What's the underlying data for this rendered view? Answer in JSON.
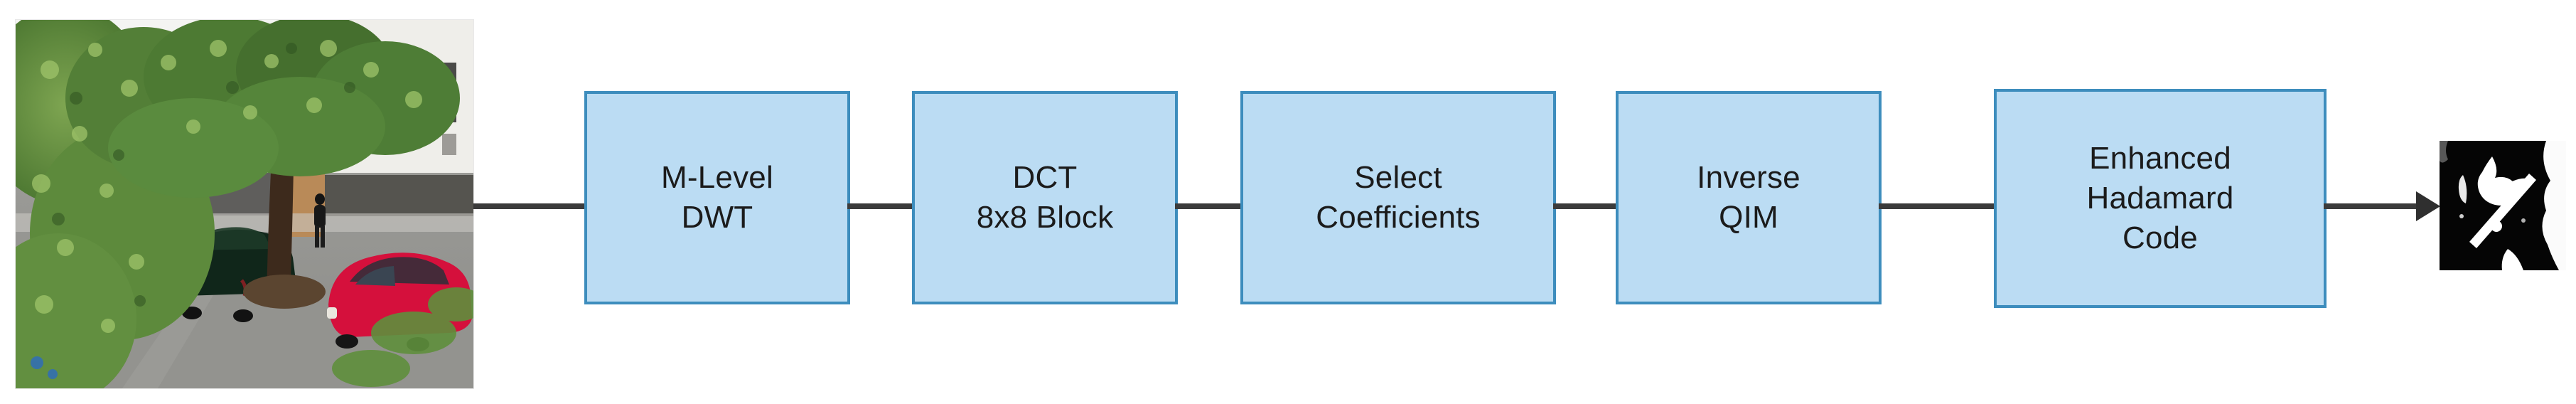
{
  "diagram": {
    "type": "flowchart",
    "orientation": "left-to-right",
    "title": "Watermark extraction pipeline",
    "input": {
      "name": "watermarked-cover-image",
      "description": "Aerial photograph of a tree-lined street with a dark green car, a red car and a pedestrian on the sidewalk",
      "alt": "Watermarked cover image"
    },
    "output": {
      "name": "extracted-watermark-image",
      "description": "Binary black and white extracted watermark logo",
      "alt": "Extracted binary watermark"
    },
    "blocks": [
      {
        "id": "m-level-dwt",
        "label": "M-Level\nDWT"
      },
      {
        "id": "dct-8x8-block",
        "label": "DCT\n8x8 Block"
      },
      {
        "id": "select-coefficients",
        "label": "Select\nCoefficients"
      },
      {
        "id": "inverse-qim",
        "label": "Inverse\nQIM"
      },
      {
        "id": "enhanced-hadamard-code",
        "label": "Enhanced\nHadamard\nCode"
      }
    ],
    "connectors": [
      {
        "from": "watermarked-cover-image",
        "to": "m-level-dwt",
        "arrowhead": false
      },
      {
        "from": "m-level-dwt",
        "to": "dct-8x8-block",
        "arrowhead": false
      },
      {
        "from": "dct-8x8-block",
        "to": "select-coefficients",
        "arrowhead": false
      },
      {
        "from": "select-coefficients",
        "to": "inverse-qim",
        "arrowhead": false
      },
      {
        "from": "inverse-qim",
        "to": "enhanced-hadamard-code",
        "arrowhead": false
      },
      {
        "from": "enhanced-hadamard-code",
        "to": "extracted-watermark-image",
        "arrowhead": true
      }
    ],
    "colors": {
      "block_fill": "#bbdcf3",
      "block_border": "#3d8dbd",
      "connector": "#3b3b3b",
      "text": "#1b1b1b",
      "background": "#ffffff",
      "watermark_background": "#050505",
      "watermark_foreground": "#ffffff"
    }
  }
}
